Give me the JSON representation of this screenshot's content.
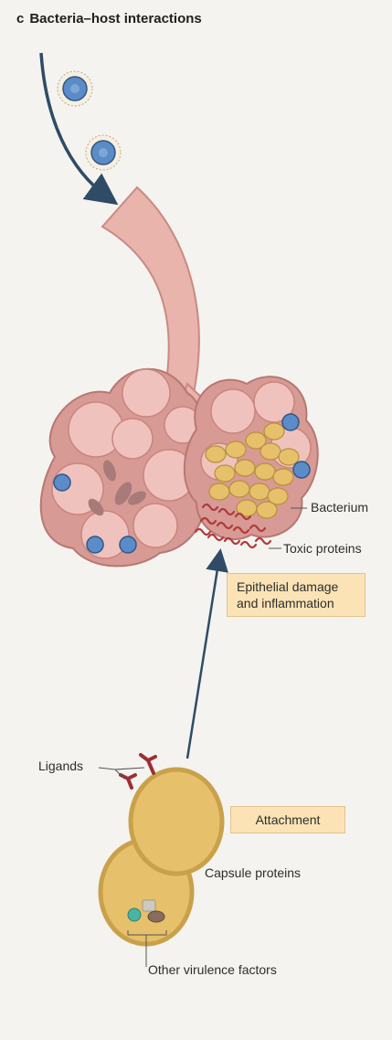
{
  "panel": {
    "letter": "c",
    "title": "Bacteria–host interactions"
  },
  "labels": {
    "bacterium": "Bacterium",
    "toxic_proteins": "Toxic proteins",
    "ligands": "Ligands",
    "capsule_proteins": "Capsule proteins",
    "other_virulence_factors": "Other virulence factors"
  },
  "boxes": {
    "damage_line1": "Epithelial damage",
    "damage_line2": "and inflammation",
    "attachment": "Attachment"
  },
  "colors": {
    "airway": "#e8b4ac",
    "airway_outline": "#c98a83",
    "alveoli": "#f0c2bd",
    "alveoli_border": "#c98580",
    "virus": "#5b8cc8",
    "bacterium": "#e6c06a",
    "bacterium_outline": "#b8903a",
    "toxin": "#b03a3e",
    "arrow": "#2f4b66",
    "box_fill": "#fbe3b6"
  }
}
